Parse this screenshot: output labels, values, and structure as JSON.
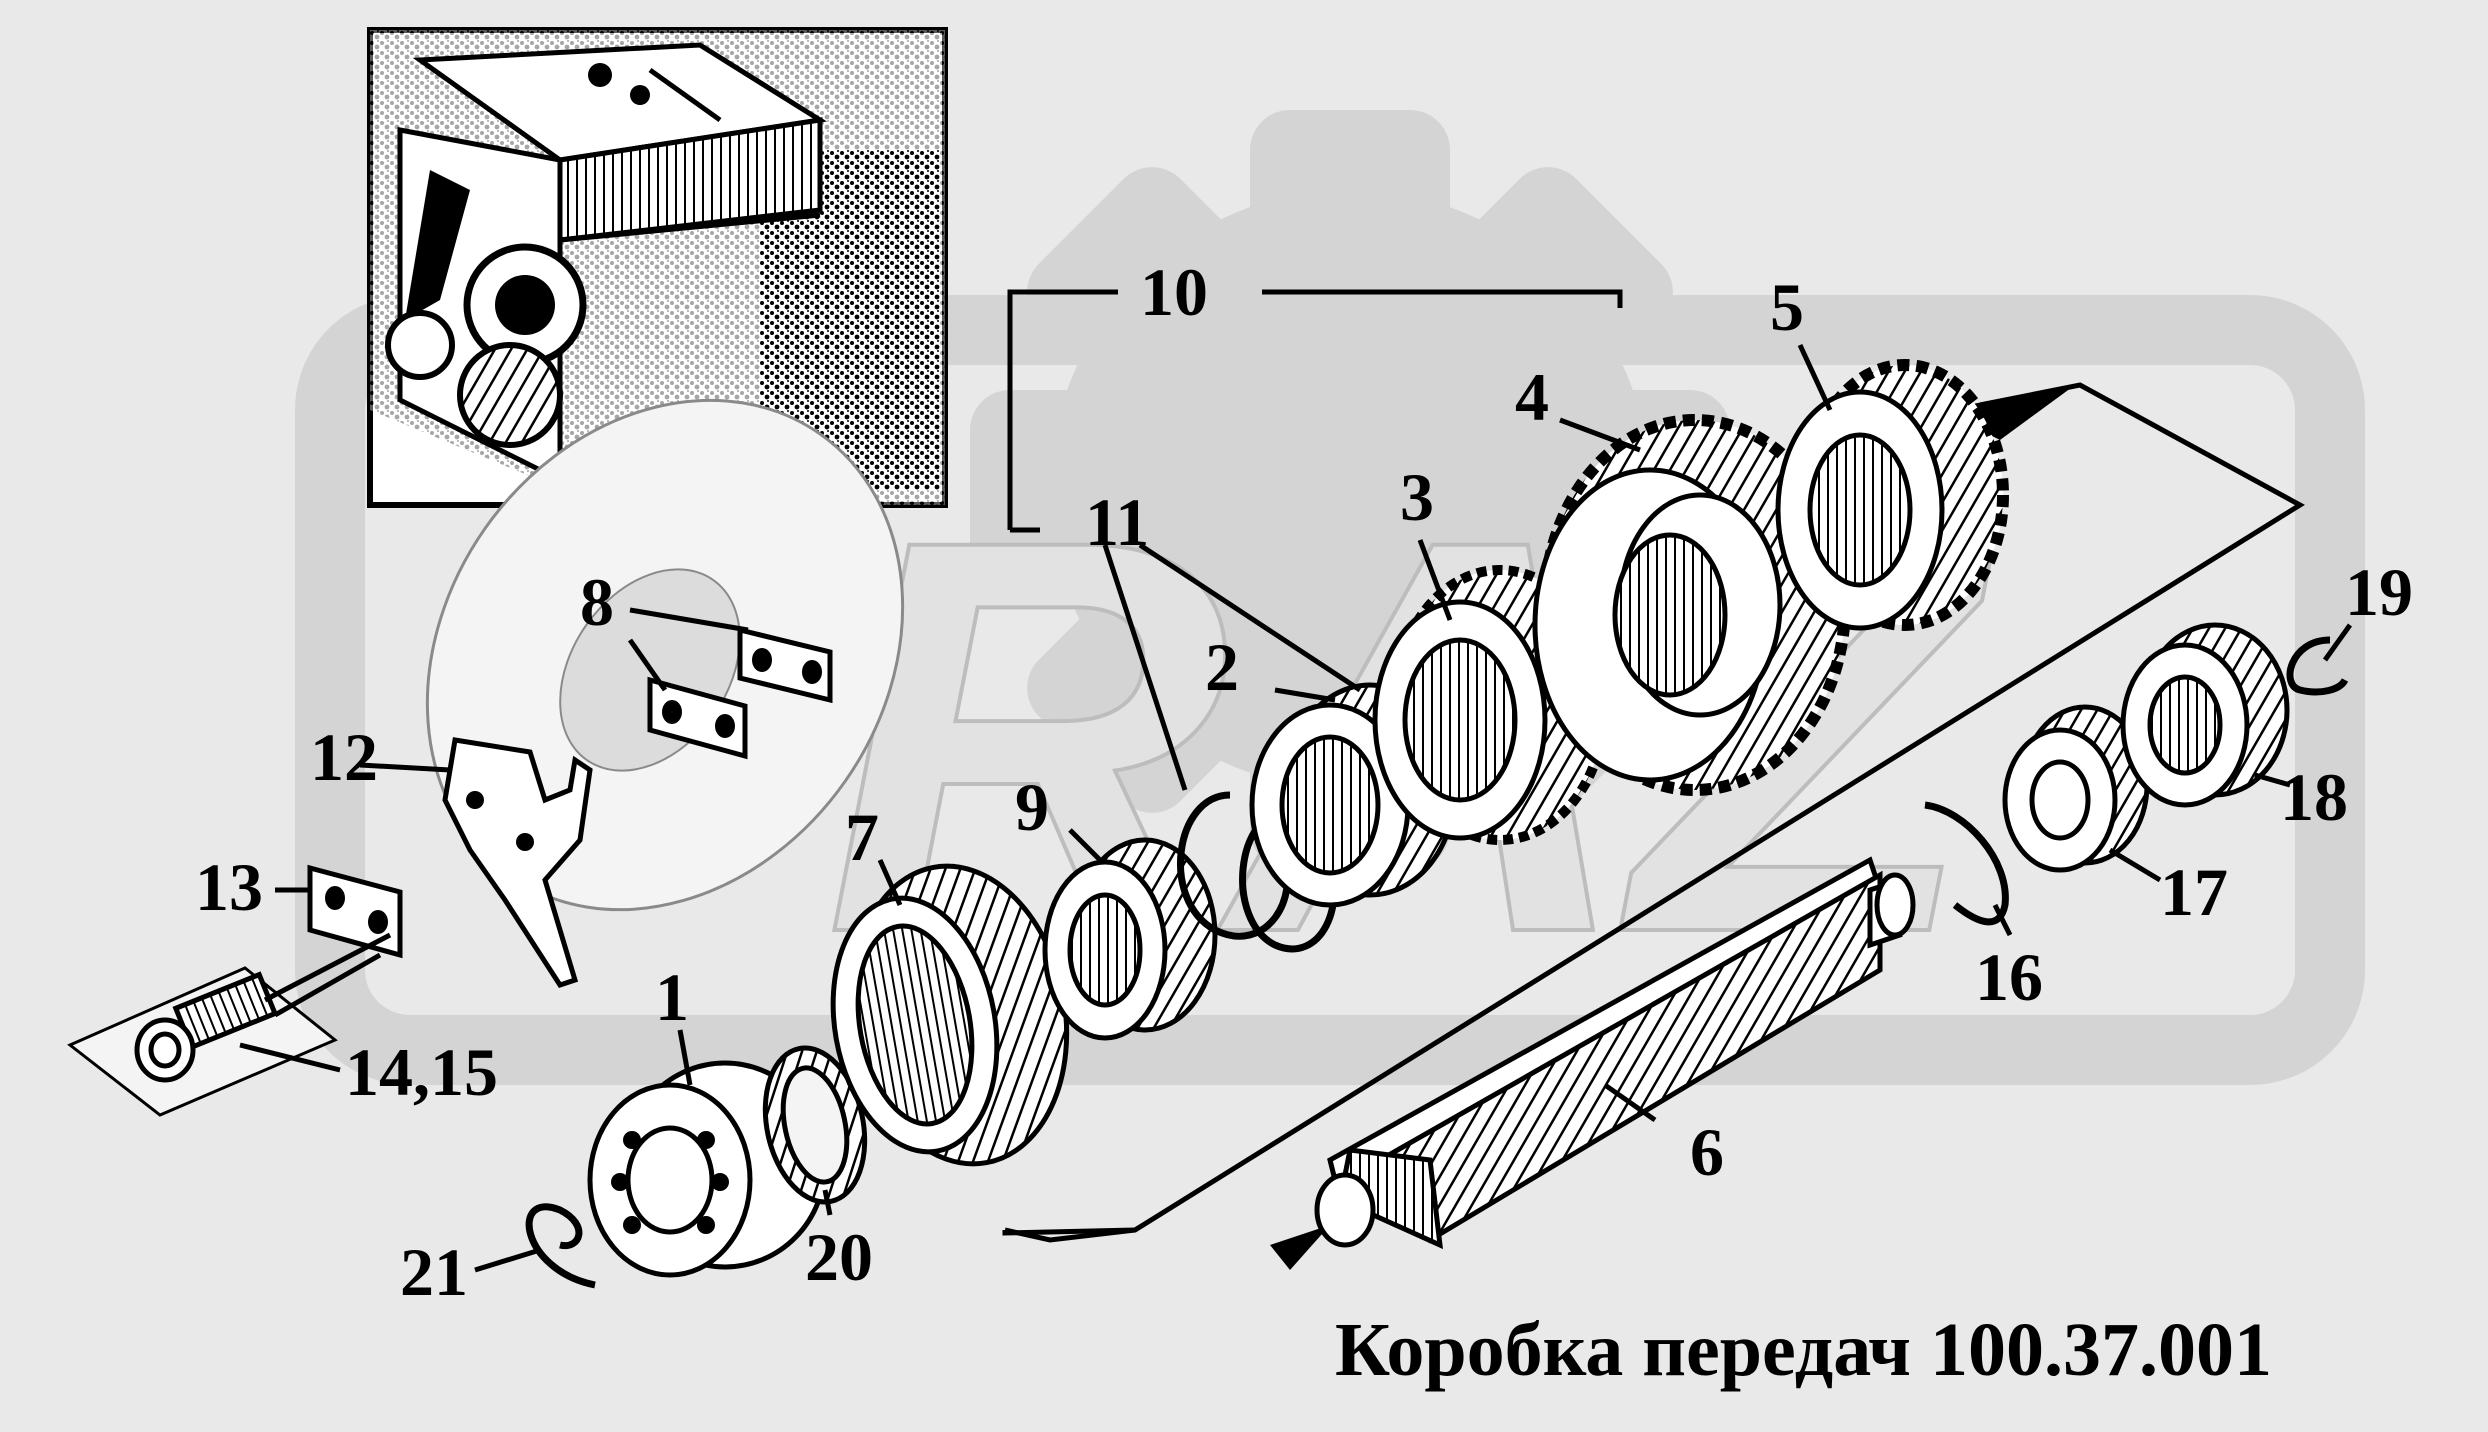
{
  "background": {
    "color": "#e9e9e9",
    "watermark_color": "#d4d4d4",
    "watermark_text": "RAZ",
    "paper_color": "#f4f4f4"
  },
  "caption": {
    "text": "Коробка передач 100.37.001"
  },
  "callouts": {
    "p1": "1",
    "p2": "2",
    "p3": "3",
    "p4": "4",
    "p5": "5",
    "p6": "6",
    "p7": "7",
    "p8": "8",
    "p9": "9",
    "p10": "10",
    "p11": "11",
    "p12": "12",
    "p13": "13",
    "p14_15": "14,15",
    "p16": "16",
    "p17": "17",
    "p18": "18",
    "p19": "19",
    "p20": "20",
    "p21": "21"
  },
  "icons": {
    "gear": "gear-icon",
    "bearing": "bearing-icon",
    "snap_ring": "snap-ring-icon",
    "shaft": "splined-shaft-icon",
    "bolt": "bolt-icon",
    "plate": "lock-plate-icon"
  }
}
